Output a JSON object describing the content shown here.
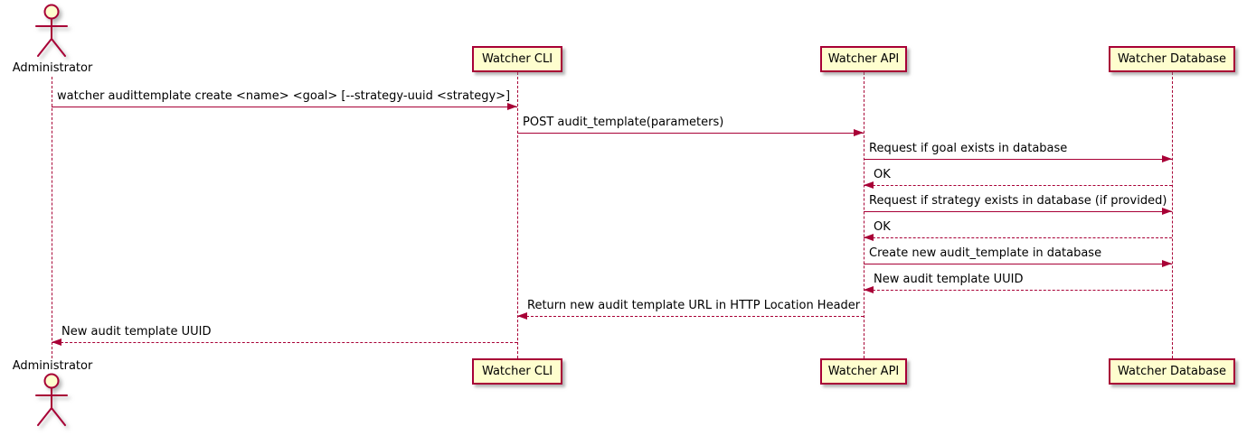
{
  "diagram_type": "uml-sequence",
  "colors": {
    "participant_fill": "#FEFECE",
    "stroke": "#A80036",
    "text": "#000000",
    "background": "#FFFFFF"
  },
  "actors": [
    {
      "id": "administrator",
      "label": "Administrator"
    }
  ],
  "participants": [
    {
      "id": "watcher-cli",
      "label": "Watcher CLI"
    },
    {
      "id": "watcher-api",
      "label": "Watcher API"
    },
    {
      "id": "watcher-db",
      "label": "Watcher Database"
    }
  ],
  "messages": [
    {
      "from": "administrator",
      "to": "watcher-cli",
      "text": "watcher audittemplate create <name> <goal> [--strategy-uuid <strategy>]",
      "line": "solid"
    },
    {
      "from": "watcher-cli",
      "to": "watcher-api",
      "text": "POST audit_template(parameters)",
      "line": "solid"
    },
    {
      "from": "watcher-api",
      "to": "watcher-db",
      "text": "Request if goal exists in database",
      "line": "solid"
    },
    {
      "from": "watcher-db",
      "to": "watcher-api",
      "text": "OK",
      "line": "dashed"
    },
    {
      "from": "watcher-api",
      "to": "watcher-db",
      "text": "Request if strategy exists in database (if provided)",
      "line": "solid"
    },
    {
      "from": "watcher-db",
      "to": "watcher-api",
      "text": "OK",
      "line": "dashed"
    },
    {
      "from": "watcher-api",
      "to": "watcher-db",
      "text": "Create new audit_template in database",
      "line": "solid"
    },
    {
      "from": "watcher-db",
      "to": "watcher-api",
      "text": "New audit template UUID",
      "line": "dashed"
    },
    {
      "from": "watcher-api",
      "to": "watcher-cli",
      "text": "Return new audit template URL in HTTP Location Header",
      "line": "dashed"
    },
    {
      "from": "watcher-cli",
      "to": "administrator",
      "text": "New audit template UUID",
      "line": "dashed"
    }
  ]
}
